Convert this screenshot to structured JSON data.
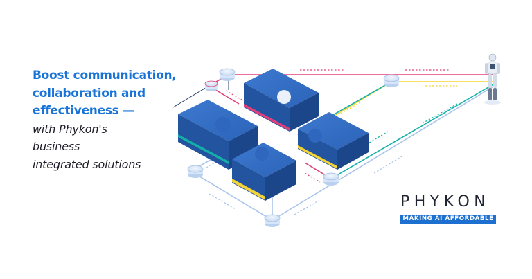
{
  "headline": {
    "line1": "Boost communication,",
    "line2": "collaboration and",
    "line3": "effectiveness —",
    "line4": "with Phykon's",
    "line5": "business",
    "line6": "integrated solutions"
  },
  "brand": {
    "name": "PHYKON",
    "tagline": "MAKING AI AFFORDABLE"
  },
  "colors": {
    "headline_blue": "#1a74d8",
    "puzzle_blue": "#2a61b7",
    "line_pink": "#e23f7a",
    "line_yellow": "#f3d335",
    "line_teal": "#14b0a7",
    "line_light": "#a8c4ea",
    "tagline_bg": "#1d6fd0"
  },
  "icons": [
    "puzzle-icon",
    "database-node-icon",
    "robot-icon"
  ]
}
